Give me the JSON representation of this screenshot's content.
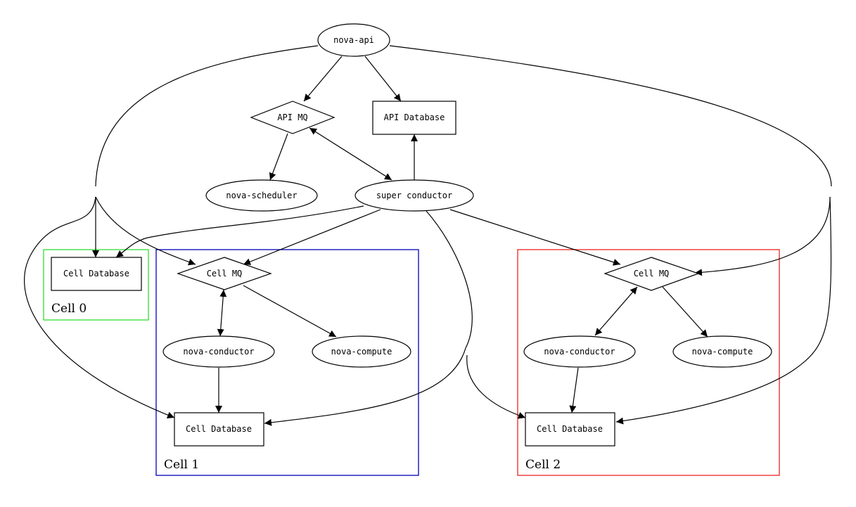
{
  "nodes": {
    "nova_api": "nova-api",
    "api_mq": "API MQ",
    "api_database": "API Database",
    "nova_scheduler": "nova-scheduler",
    "super_conductor": "super conductor",
    "cell0_database": "Cell Database",
    "cell1_mq": "Cell MQ",
    "cell1_conductor": "nova-conductor",
    "cell1_compute": "nova-compute",
    "cell1_database": "Cell Database",
    "cell2_mq": "Cell MQ",
    "cell2_conductor": "nova-conductor",
    "cell2_compute": "nova-compute",
    "cell2_database": "Cell Database"
  },
  "clusters": {
    "cell0": {
      "label": "Cell 0",
      "color": "#33dd33"
    },
    "cell1": {
      "label": "Cell 1",
      "color": "#0000bb"
    },
    "cell2": {
      "label": "Cell 2",
      "color": "#ee2222"
    }
  }
}
